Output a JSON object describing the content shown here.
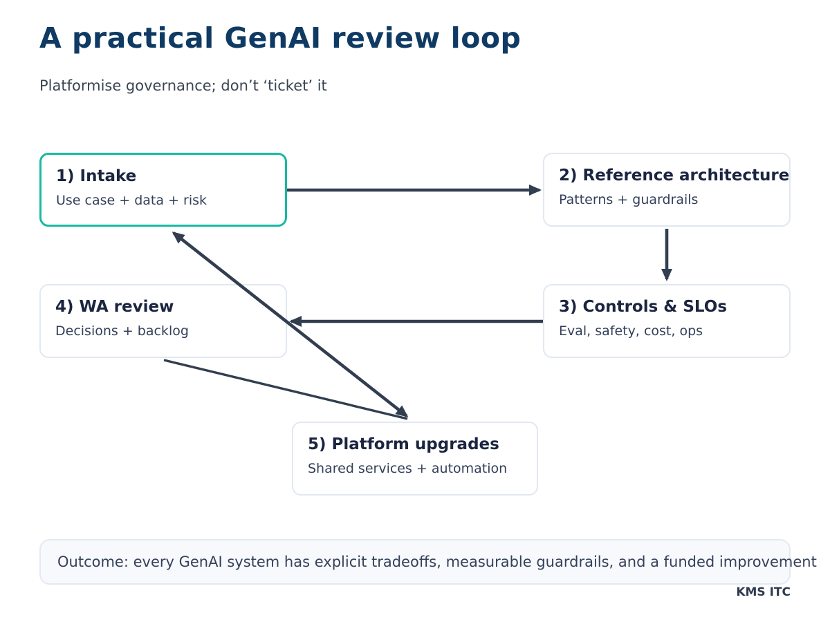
{
  "page": {
    "title": "A practical GenAI review loop",
    "subtitle": "Platformise governance; don’t ‘ticket’ it",
    "footer": "KMS ITC"
  },
  "nodes": [
    {
      "title": "1) Intake",
      "subtitle": "Use case + data + risk",
      "highlighted": true
    },
    {
      "title": "2) Reference architecture",
      "subtitle": "Patterns + guardrails",
      "highlighted": false
    },
    {
      "title": "3) Controls & SLOs",
      "subtitle": "Eval, safety, cost, ops",
      "highlighted": false
    },
    {
      "title": "4) WA review",
      "subtitle": "Decisions + backlog",
      "highlighted": false
    },
    {
      "title": "5) Platform upgrades",
      "subtitle": "Shared services + automation",
      "highlighted": false
    }
  ],
  "edges": [
    {
      "from": "1) Intake",
      "to": "2) Reference architecture"
    },
    {
      "from": "2) Reference architecture",
      "to": "3) Controls & SLOs"
    },
    {
      "from": "3) Controls & SLOs",
      "to": "4) WA review"
    },
    {
      "from": "4) WA review",
      "to": "5) Platform upgrades"
    },
    {
      "from": "5) Platform upgrades",
      "to": "1) Intake"
    }
  ],
  "outcome": {
    "text": "Outcome: every GenAI system has explicit tradeoffs, measurable guardrails, and a funded improvement"
  },
  "colors": {
    "title": "#0e3a63",
    "subtitle": "#3a4452",
    "node-title": "#1b2540",
    "node-subtitle": "#33405a",
    "accent": "#17b9a3",
    "node-border": "#e2e8f1",
    "arrow": "#323e50",
    "outcome-bg": "#f7f9fc",
    "outcome-border": "#e4e9f2",
    "outcome-text": "#35415a",
    "footer": "#2e3a50"
  }
}
